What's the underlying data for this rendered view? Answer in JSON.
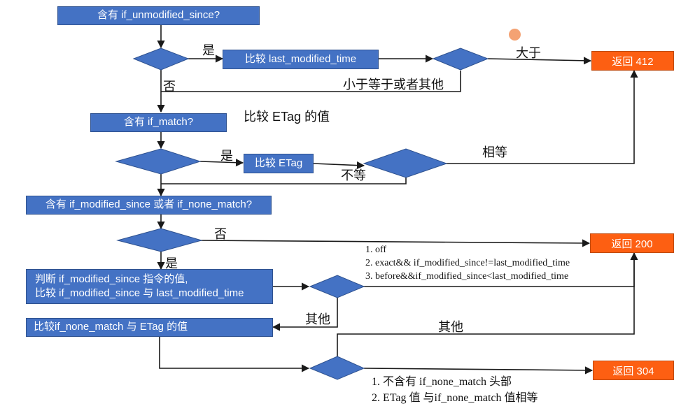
{
  "nodes": {
    "has_if_unmodified_since": "含有 if_unmodified_since?",
    "compare_last_modified_time": "比较 last_modified_time",
    "return_412": "返回 412",
    "has_if_match": "含有 if_match?",
    "compare_etag": "比较 ETag",
    "has_if_modified_since_or_none_match": "含有 if_modified_since 或者 if_none_match?",
    "return_200": "返回 200",
    "judge_line1": "判断 if_modified_since 指令的值,",
    "judge_line2": "比较 if_modified_since 与 last_modified_time",
    "compare_none_match_etag": "比较if_none_match 与 ETag 的值",
    "return_304": "返回 304"
  },
  "labels": {
    "yes_1": "是",
    "greater": "大于",
    "no_1": "否",
    "less_or_other": "小于等于或者其他",
    "compare_etag_value": "比较 ETag 的值",
    "yes_2": "是",
    "equal": "相等",
    "not_equal": "不等",
    "no_2": "否",
    "yes_3": "是",
    "other_1": "其他",
    "other_2": "其他"
  },
  "conditions_200": [
    "1. off",
    "2. exact&& if_modified_since!=last_modified_time",
    "3. before&&if_modified_since<last_modified_time"
  ],
  "conditions_304": [
    "1. 不含有 if_none_match 头部",
    "2. ETag 值 与if_none_match 值相等"
  ],
  "colors": {
    "process": "#4472c4",
    "return": "#fd5f12",
    "line": "#1a1a1a"
  }
}
